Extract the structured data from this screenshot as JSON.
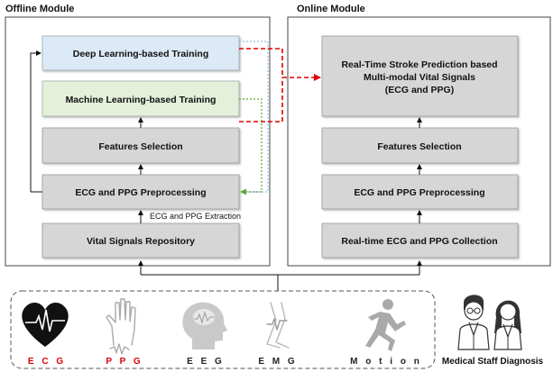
{
  "offline": {
    "title": "Offline Module",
    "deep_learning": "Deep Learning-based Training",
    "machine_learning": "Machine Learning-based Training",
    "features_selection": "Features Selection",
    "preprocessing": "ECG and PPG Preprocessing",
    "extraction_label": "ECG and PPG Extraction",
    "repository": "Vital Signals Repository"
  },
  "online": {
    "title": "Online Module",
    "prediction_line1": "Real-Time Stroke Prediction based",
    "prediction_line2": "Multi-modal Vital Signals",
    "prediction_line3": "(ECG and PPG)",
    "features_selection": "Features Selection",
    "preprocessing": "ECG and PPG Preprocessing",
    "collection": "Real-time ECG and PPG Collection"
  },
  "signals": {
    "ecg": "E C G",
    "ppg": "P P G",
    "eeg": "E E G",
    "emg": "E M G",
    "motion": "M o t i o n"
  },
  "staff": {
    "label": "Medical Staff Diagnosis"
  },
  "colors": {
    "box_gray": "#d6d6d6",
    "deep_learning_fill": "#dce9f6",
    "machine_learning_fill": "#e4f0da",
    "red_dashed": "#e00000",
    "green_dotted": "#5aa832",
    "blue_dotted": "#7fb2dc",
    "ecg_red": "#e00000"
  }
}
